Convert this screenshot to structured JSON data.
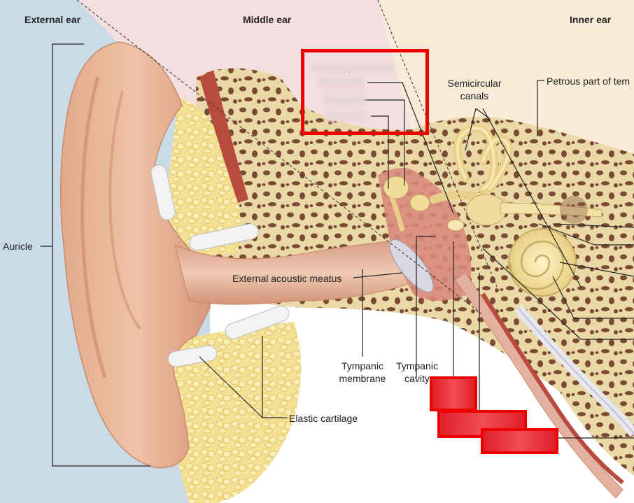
{
  "headers": {
    "external_ear": "External ear",
    "middle_ear": "Middle ear",
    "inner_ear": "Inner ear"
  },
  "labels": {
    "auricle": "Auricle",
    "semicircular_canals_line1": "Semicircular",
    "semicircular_canals_line2": "canals",
    "petrous_part": "Petrous part of tem",
    "external_acoustic_meatus": "External acoustic meatus",
    "tympanic_membrane_line1": "Tympanic",
    "tympanic_membrane_line2": "membrane",
    "tympanic_cavity_line1": "Tympanic",
    "tympanic_cavity_line2": "cavity",
    "elastic_cartilage": "Elastic cartilage"
  },
  "colors": {
    "external_bg": "#c9dbe6",
    "middle_bg": "#f3dfdf",
    "inner_bg": "#f8ecd9",
    "highlight_red": "#ee0000",
    "bone": "#e9d9a9",
    "skin": "#e8b596",
    "cartilage": "#f3dc8c"
  }
}
